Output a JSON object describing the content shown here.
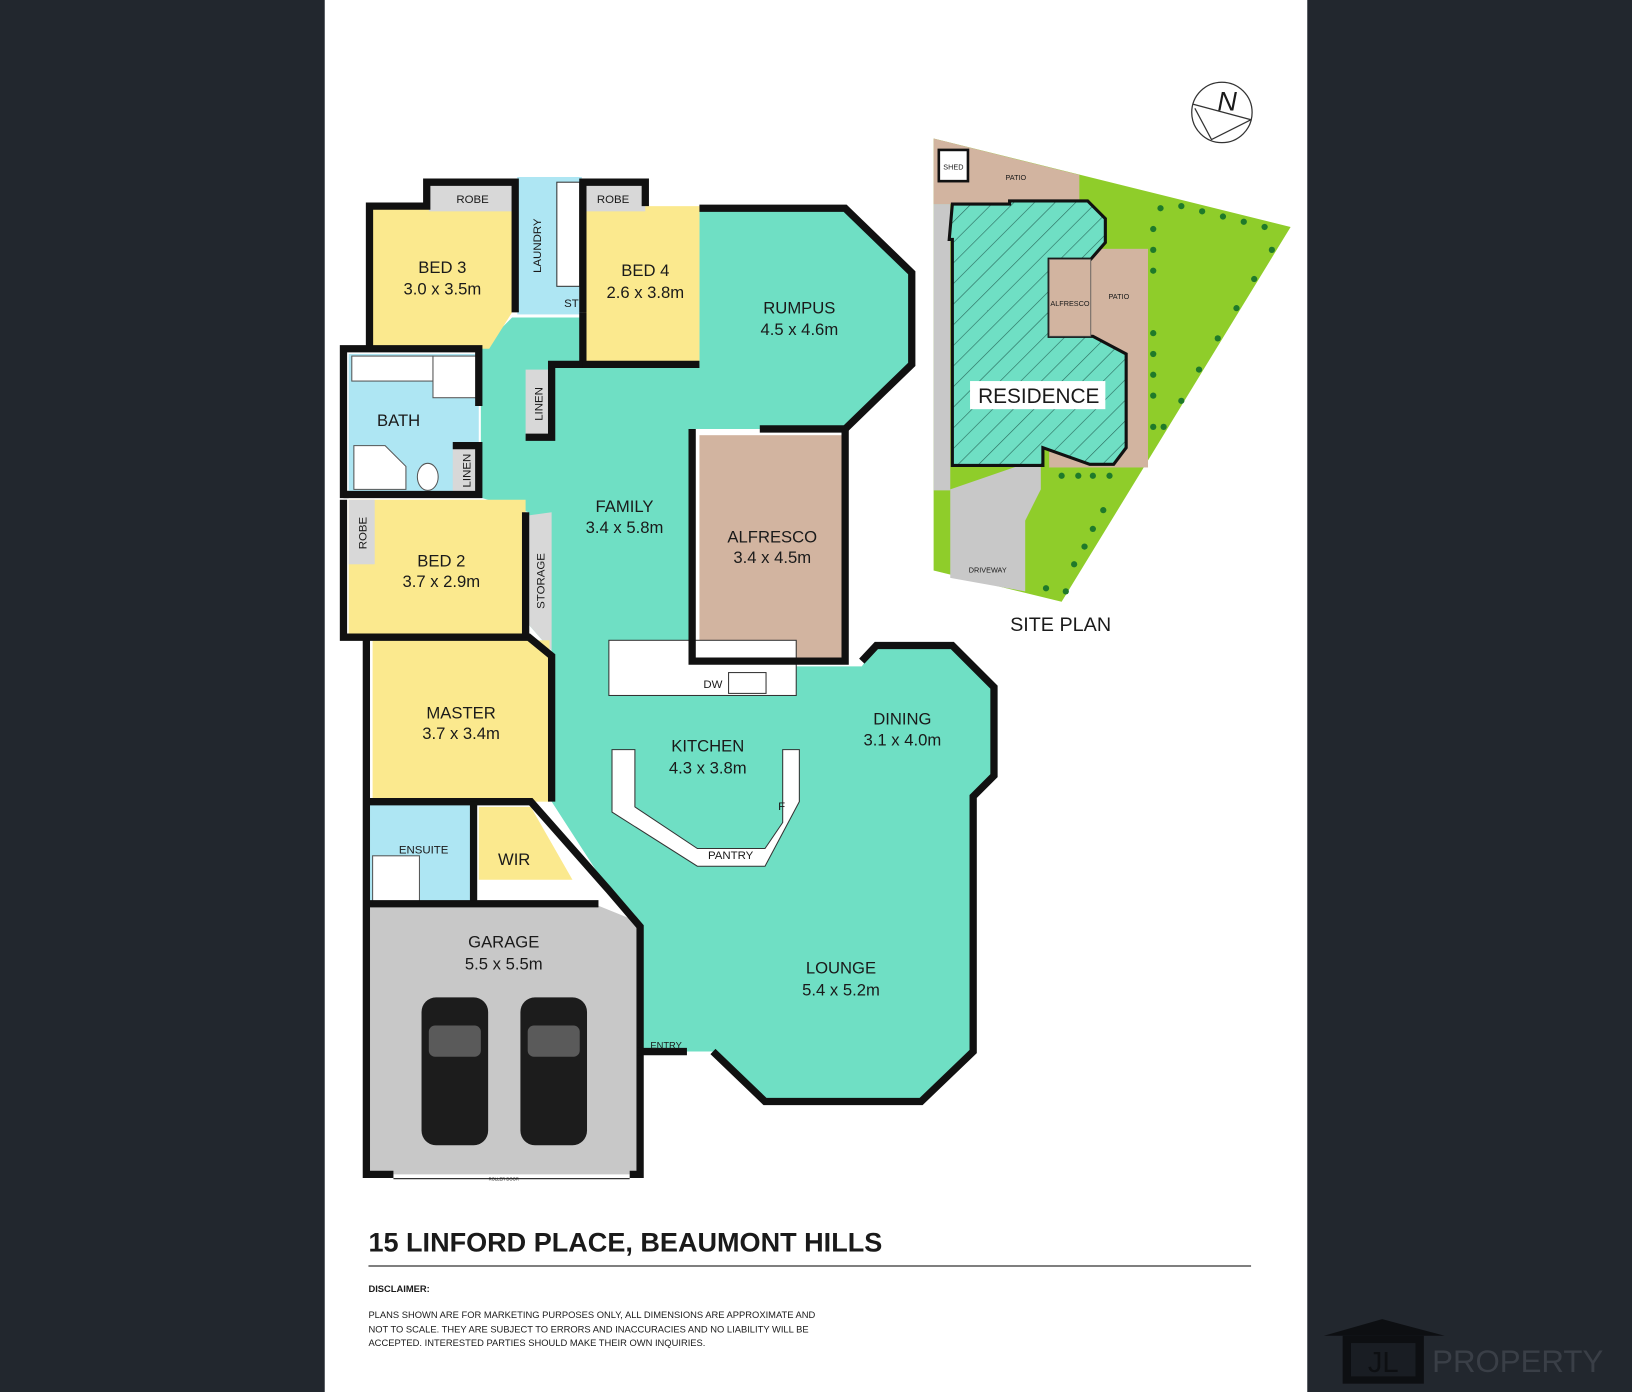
{
  "title": "15 LINFORD PLACE, BEAUMONT HILLS",
  "disclaimer": {
    "heading": "DISCLAIMER:",
    "lines": [
      "PLANS SHOWN ARE FOR MARKETING PURPOSES ONLY, ALL DIMENSIONS ARE APPROXIMATE AND",
      "NOT TO SCALE. THEY ARE SUBJECT TO ERRORS AND INACCURACIES AND NO LIABILITY WILL BE",
      "ACCEPTED. INTERESTED PARTIES SHOULD MAKE THEIR OWN INQUIRIES."
    ]
  },
  "rooms": {
    "bed3": {
      "name": "BED 3",
      "dims": "3.0 x 3.5m"
    },
    "bed4": {
      "name": "BED 4",
      "dims": "2.6 x 3.8m"
    },
    "rumpus": {
      "name": "RUMPUS",
      "dims": "4.5 x 4.6m"
    },
    "bath": {
      "name": "BATH"
    },
    "family": {
      "name": "FAMILY",
      "dims": "3.4 x 5.8m"
    },
    "alfresco": {
      "name": "ALFRESCO",
      "dims": "3.4 x 4.5m"
    },
    "bed2": {
      "name": "BED 2",
      "dims": "3.7 x 2.9m"
    },
    "master": {
      "name": "MASTER",
      "dims": "3.7 x 3.4m"
    },
    "kitchen": {
      "name": "KITCHEN",
      "dims": "4.3 x 3.8m"
    },
    "dining": {
      "name": "DINING",
      "dims": "3.1 x 4.0m"
    },
    "garage": {
      "name": "GARAGE",
      "dims": "5.5 x 5.5m"
    },
    "lounge": {
      "name": "LOUNGE",
      "dims": "5.4 x 5.2m"
    }
  },
  "small_labels": {
    "robe": "ROBE",
    "laundry": "LAUNDRY",
    "st": "ST",
    "linen": "LINEN",
    "storage": "STORAGE",
    "ensuite": "ENSUITE",
    "wir": "WIR",
    "dw": "DW",
    "fridge": "F",
    "pantry": "PANTRY",
    "entry": "ENTRY",
    "roller_door": "ROLLER DOOR"
  },
  "site_plan": {
    "title": "SITE PLAN",
    "shed": "SHED",
    "patio": "PATIO",
    "alfresco": "ALFRESCO",
    "residence": "RESIDENCE",
    "driveway": "DRIVEWAY",
    "north": "N"
  },
  "logo": {
    "initials": "JL",
    "word": "PROPERTY"
  },
  "colors": {
    "background": "#22272e",
    "living": "#6fdfc4",
    "bedroom": "#fbe98e",
    "wet": "#aee6f3",
    "outdoor": "#d2b4a0",
    "garage": "#c8c8c8",
    "lawn": "#8fcd2a"
  }
}
